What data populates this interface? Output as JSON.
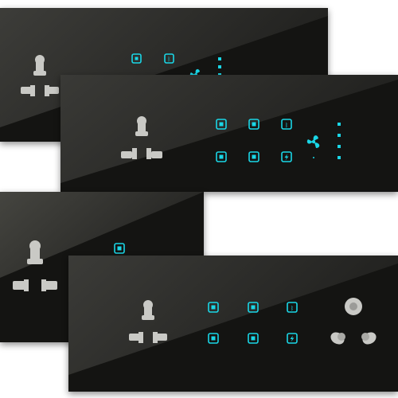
{
  "colors": {
    "glass": "#141412",
    "glass_highlight": "#3a3a37",
    "led_accent": "#1ad6e6",
    "socket_grey": "#c9c9c5",
    "background": "#ffffff"
  },
  "icons": {
    "socket": "universal-socket-icon",
    "round_socket": "round-pin-socket-icon",
    "key": "touch-switch-square-icon",
    "fan": "fan-icon",
    "bell": "doorbell-icon",
    "light": "bulb-icon",
    "speed": "fan-speed-indicator-icon"
  },
  "panels": [
    {
      "id": "panel-1",
      "modules": 6
    },
    {
      "id": "panel-2",
      "modules": 8
    },
    {
      "id": "panel-3",
      "modules": 4
    },
    {
      "id": "panel-4",
      "modules": 8
    }
  ]
}
